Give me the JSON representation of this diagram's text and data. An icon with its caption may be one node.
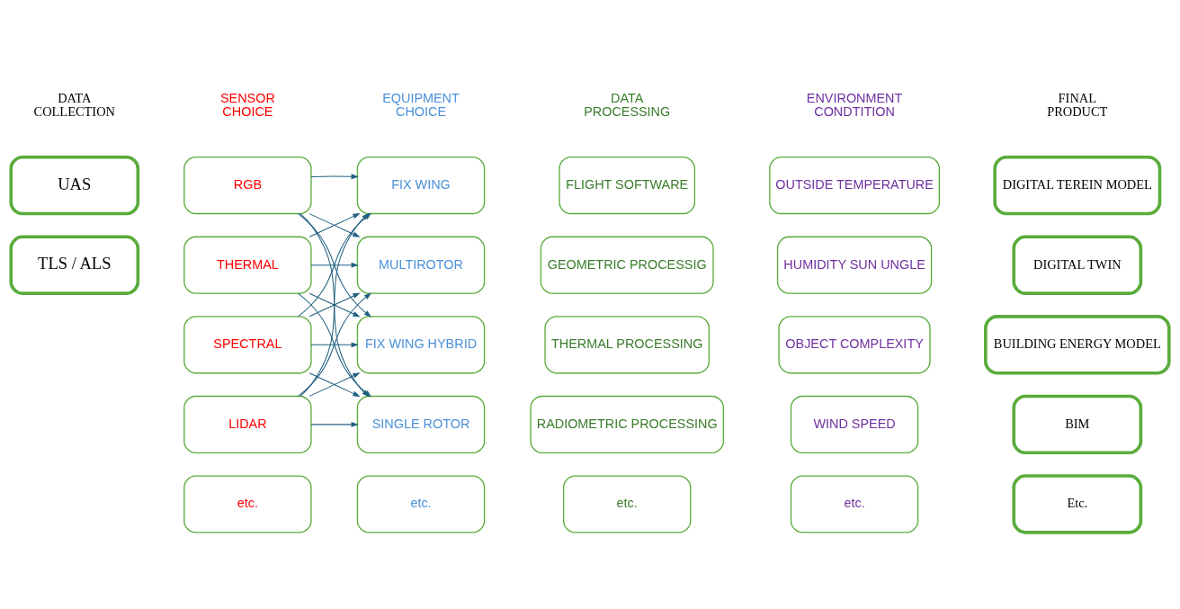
{
  "diagram": {
    "nodes": [
      {
        "text": [
          "UAS"
        ]
      },
      {
        "text": [
          "TLS / ALS"
        ]
      },
      {
        "text": [
          "RGB"
        ]
      },
      {
        "text": [
          "THERMAL"
        ]
      },
      {
        "text": [
          "SPECTRAL"
        ]
      },
      {
        "text": [
          "LIDAR"
        ]
      },
      {
        "text": [
          "etc."
        ]
      },
      {
        "text": [
          "FIX WING"
        ]
      },
      {
        "text": [
          "MULTIROTOR"
        ]
      },
      {
        "text": [
          "FIX WING HYBRID"
        ]
      },
      {
        "text": [
          "SINGLE ROTOR"
        ]
      },
      {
        "text": [
          "etc."
        ]
      },
      {
        "text": [
          "FLIGHT SOFTWARE"
        ]
      },
      {
        "text": [
          "GEOMETRIC PROCESSIG"
        ]
      },
      {
        "text": [
          "THERMAL PROCESSING"
        ]
      },
      {
        "text": [
          "RADIOMETRIC PROCESSING"
        ]
      },
      {
        "text": [
          "etc."
        ]
      },
      {
        "text": [
          "OUTSIDE TEMPERATURE"
        ]
      },
      {
        "text": [
          "HUMIDITY SUN UNGLE"
        ]
      },
      {
        "text": [
          "OBJECT COMPLEXITY"
        ]
      },
      {
        "text": [
          "WIND SPEED"
        ]
      },
      {
        "text": [
          "etc."
        ]
      },
      {
        "text": [
          "DIGITAL TEREIN MODEL"
        ]
      },
      {
        "text": [
          "DIGITAL TWIN"
        ]
      },
      {
        "text": [
          "BUILDING ENERGY MODEL"
        ]
      },
      {
        "text": [
          "BIM"
        ]
      },
      {
        "text": [
          "Etc."
        ]
      }
    ],
    "edges": [
      {
        "from": 2,
        "to": 7,
        "arrow": "to"
      },
      {
        "from": 2,
        "to": 8,
        "arrow": "to"
      },
      {
        "from": 2,
        "to": 9,
        "arrow": "to"
      },
      {
        "from": 2,
        "to": 10,
        "arrow": "to"
      },
      {
        "from": 3,
        "to": 7,
        "arrow": "to"
      },
      {
        "from": 3,
        "to": 8,
        "arrow": "to"
      },
      {
        "from": 3,
        "to": 9,
        "arrow": "to"
      },
      {
        "from": 3,
        "to": 10,
        "arrow": "to"
      },
      {
        "from": 4,
        "to": 7,
        "arrow": "to"
      },
      {
        "from": 4,
        "to": 8,
        "arrow": "to"
      },
      {
        "from": 4,
        "to": 9,
        "arrow": "to"
      },
      {
        "from": 4,
        "to": 10,
        "arrow": "to"
      },
      {
        "from": 5,
        "to": 7,
        "arrow": "to"
      },
      {
        "from": 5,
        "to": 8,
        "arrow": "to"
      },
      {
        "from": 5,
        "to": 9,
        "arrow": "to"
      },
      {
        "from": 5,
        "to": 10,
        "arrow": "to"
      }
    ],
    "labels": [
      "DATA COLLECTION",
      "SENSOR CHOICE",
      "EQUIPMENT CHOICE",
      "DATA PROCESSING",
      "ENVIRONMENT CONDTITION",
      "FINAL PRODUCT"
    ]
  }
}
